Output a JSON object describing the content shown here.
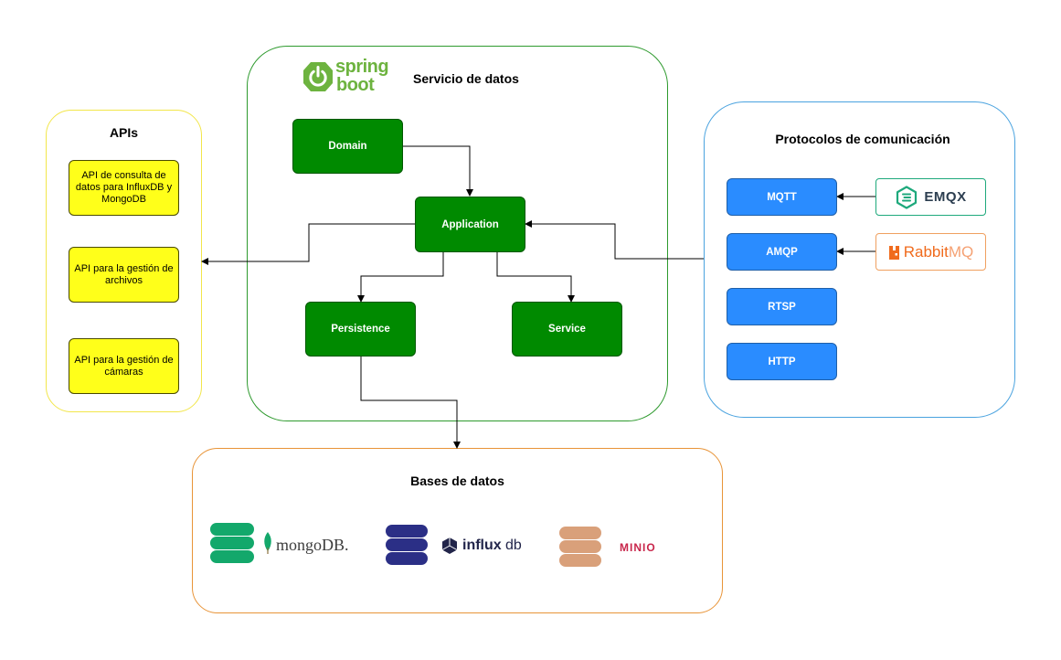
{
  "groups": {
    "apis": {
      "title": "APIs",
      "color": "#ffeb3b"
    },
    "servicio": {
      "title": "Servicio de datos",
      "color": "#2e8b2e"
    },
    "protocolos": {
      "title": "Protocolos de comunicación",
      "color": "#3d9ad6"
    },
    "bases": {
      "title": "Bases de datos",
      "color": "#e8912d"
    }
  },
  "spring_logo": {
    "line1": "spring",
    "line2": "boot",
    "color": "#6db33f"
  },
  "nodes": {
    "domain": "Domain",
    "application": "Application",
    "persistence": "Persistence",
    "service": "Service",
    "mqtt": "MQTT",
    "amqp": "AMQP",
    "rtsp": "RTSP",
    "http": "HTTP"
  },
  "apis": [
    "API de consulta de datos para InfluxDB y MongoDB",
    "API para la gestión de archivos",
    "API para la gestión de cámaras"
  ],
  "brokers": {
    "emqx": {
      "label": "EMQX",
      "color": "#1ea97c"
    },
    "rabbitmq": {
      "label_bold": "Rabbit",
      "label_light": "MQ",
      "color": "#f06b1d"
    }
  },
  "databases": {
    "mongodb": {
      "label": "mongoDB.",
      "icon_color": "#13a86b"
    },
    "influxdb": {
      "label_bold": "influx",
      "label_light": "db",
      "icon_color": "#2b2f86"
    },
    "minio": {
      "label": "MINIO",
      "icon_color": "#d9a07a",
      "label_color": "#c8264b"
    }
  }
}
